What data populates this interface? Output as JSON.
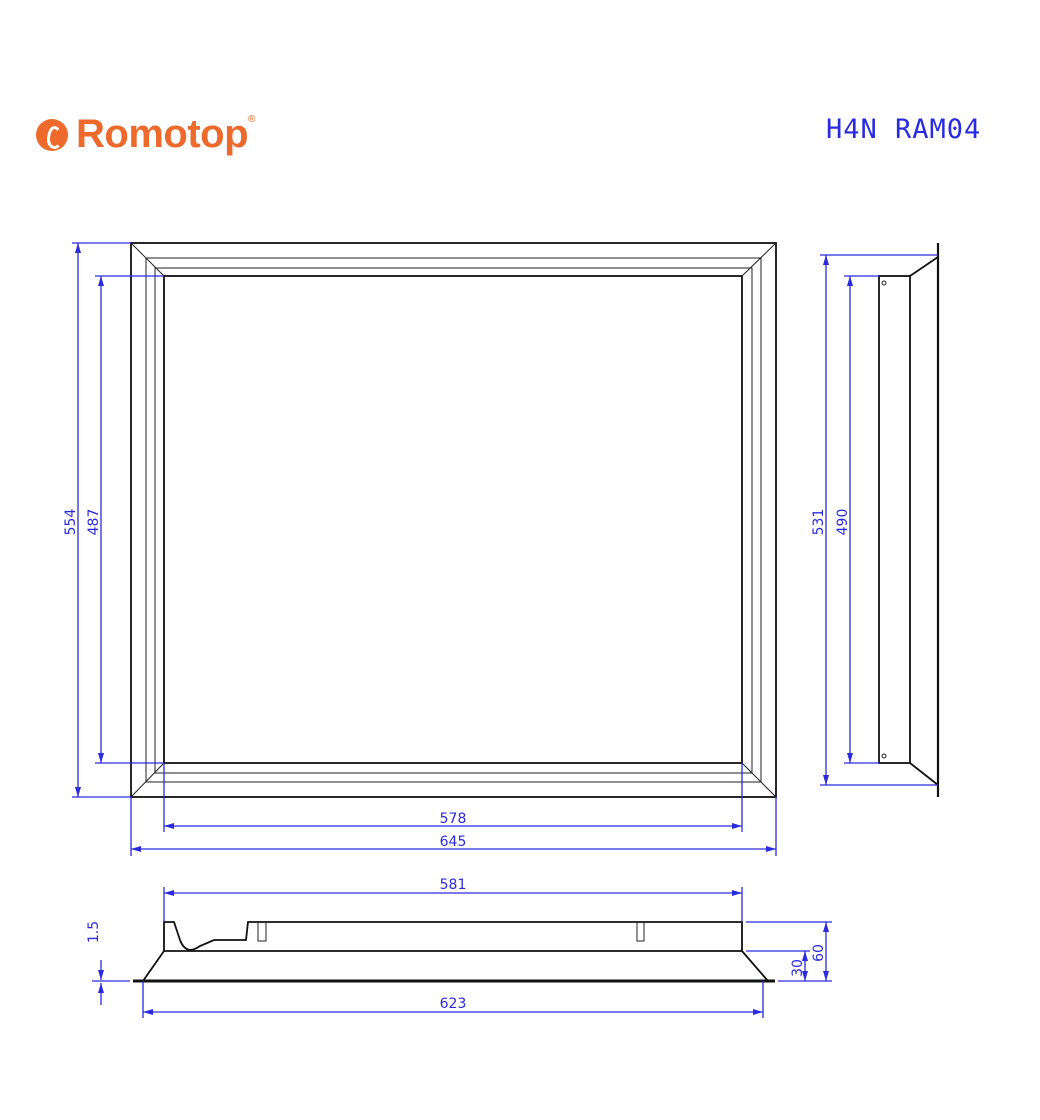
{
  "header": {
    "brand": "Romotop",
    "brand_mark": "®",
    "model_code": "H4N RAM04"
  },
  "colors": {
    "brand": "#ee6a2c",
    "dimension": "#2a2ae0",
    "outline": "#111111"
  },
  "dimensions": {
    "front": {
      "outer_height": "554",
      "inner_height": "487",
      "inner_width": "578",
      "outer_width": "645"
    },
    "side": {
      "outer_height": "531",
      "inner_height": "490"
    },
    "top": {
      "top_width": "581",
      "base_width": "623",
      "sheet_thickness": "1.5",
      "bevel_depth": "30",
      "total_depth": "60"
    }
  }
}
